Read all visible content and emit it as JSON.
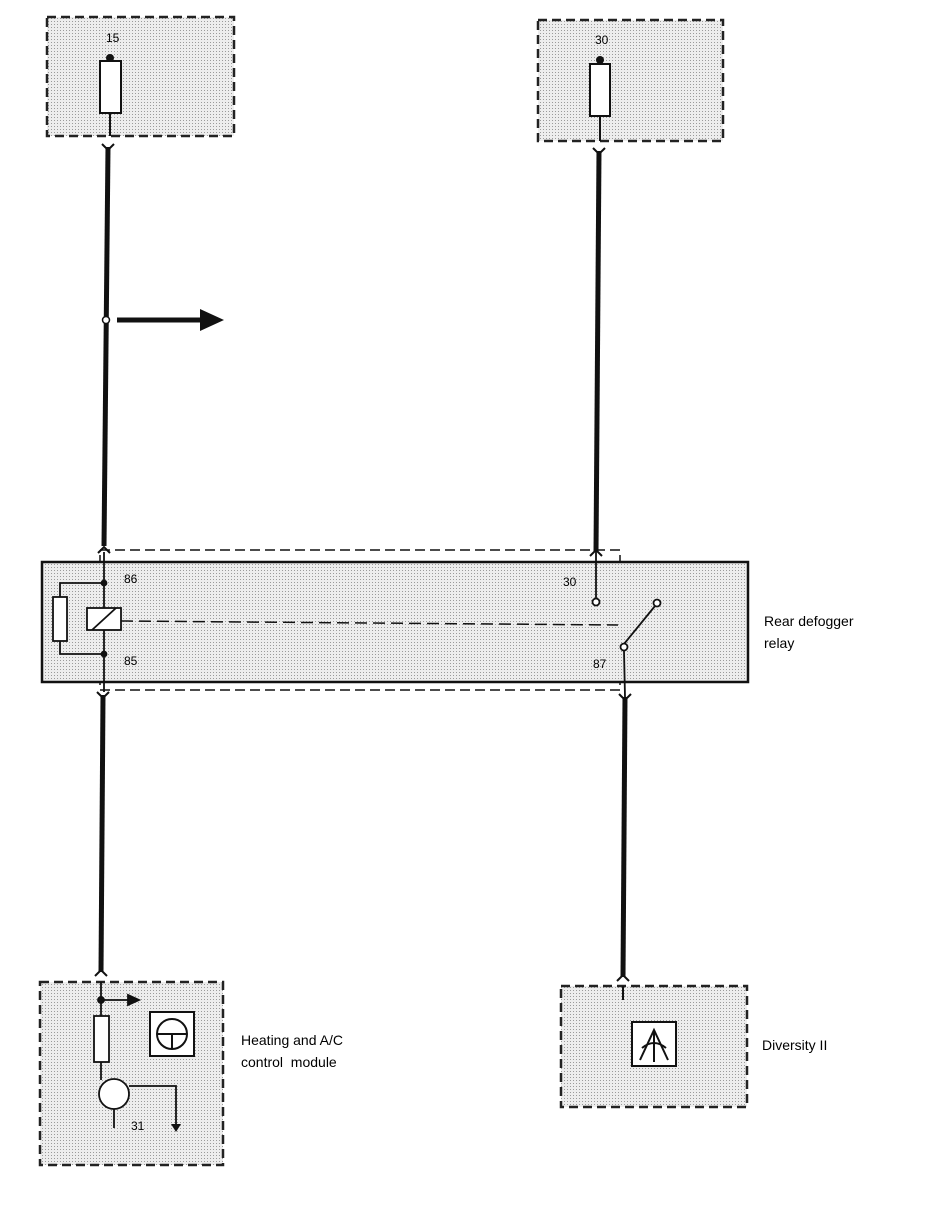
{
  "terminals": {
    "top_left": "15",
    "top_right": "30",
    "relay_coil_high": "86",
    "relay_coil_low": "85",
    "relay_switch_in": "30",
    "relay_switch_out": "87",
    "module_ground": "31"
  },
  "components": {
    "relay": {
      "line1": "Rear defogger",
      "line2": "relay"
    },
    "module": {
      "line1": "Heating and A/C",
      "line2": "control  module"
    },
    "diversity": {
      "label": "Diversity II"
    }
  },
  "icons": {
    "fuse": "fuse-icon",
    "arrow": "arrow-right-icon",
    "coil": "relay-coil-icon",
    "switch": "relay-switch-icon",
    "fan": "fan-symbol-icon",
    "antenna": "antenna-symbol-icon",
    "ground": "ground-icon"
  },
  "colors": {
    "wire": "#111111",
    "box_fill": "#e3e3e3",
    "box_border": "#222222"
  }
}
